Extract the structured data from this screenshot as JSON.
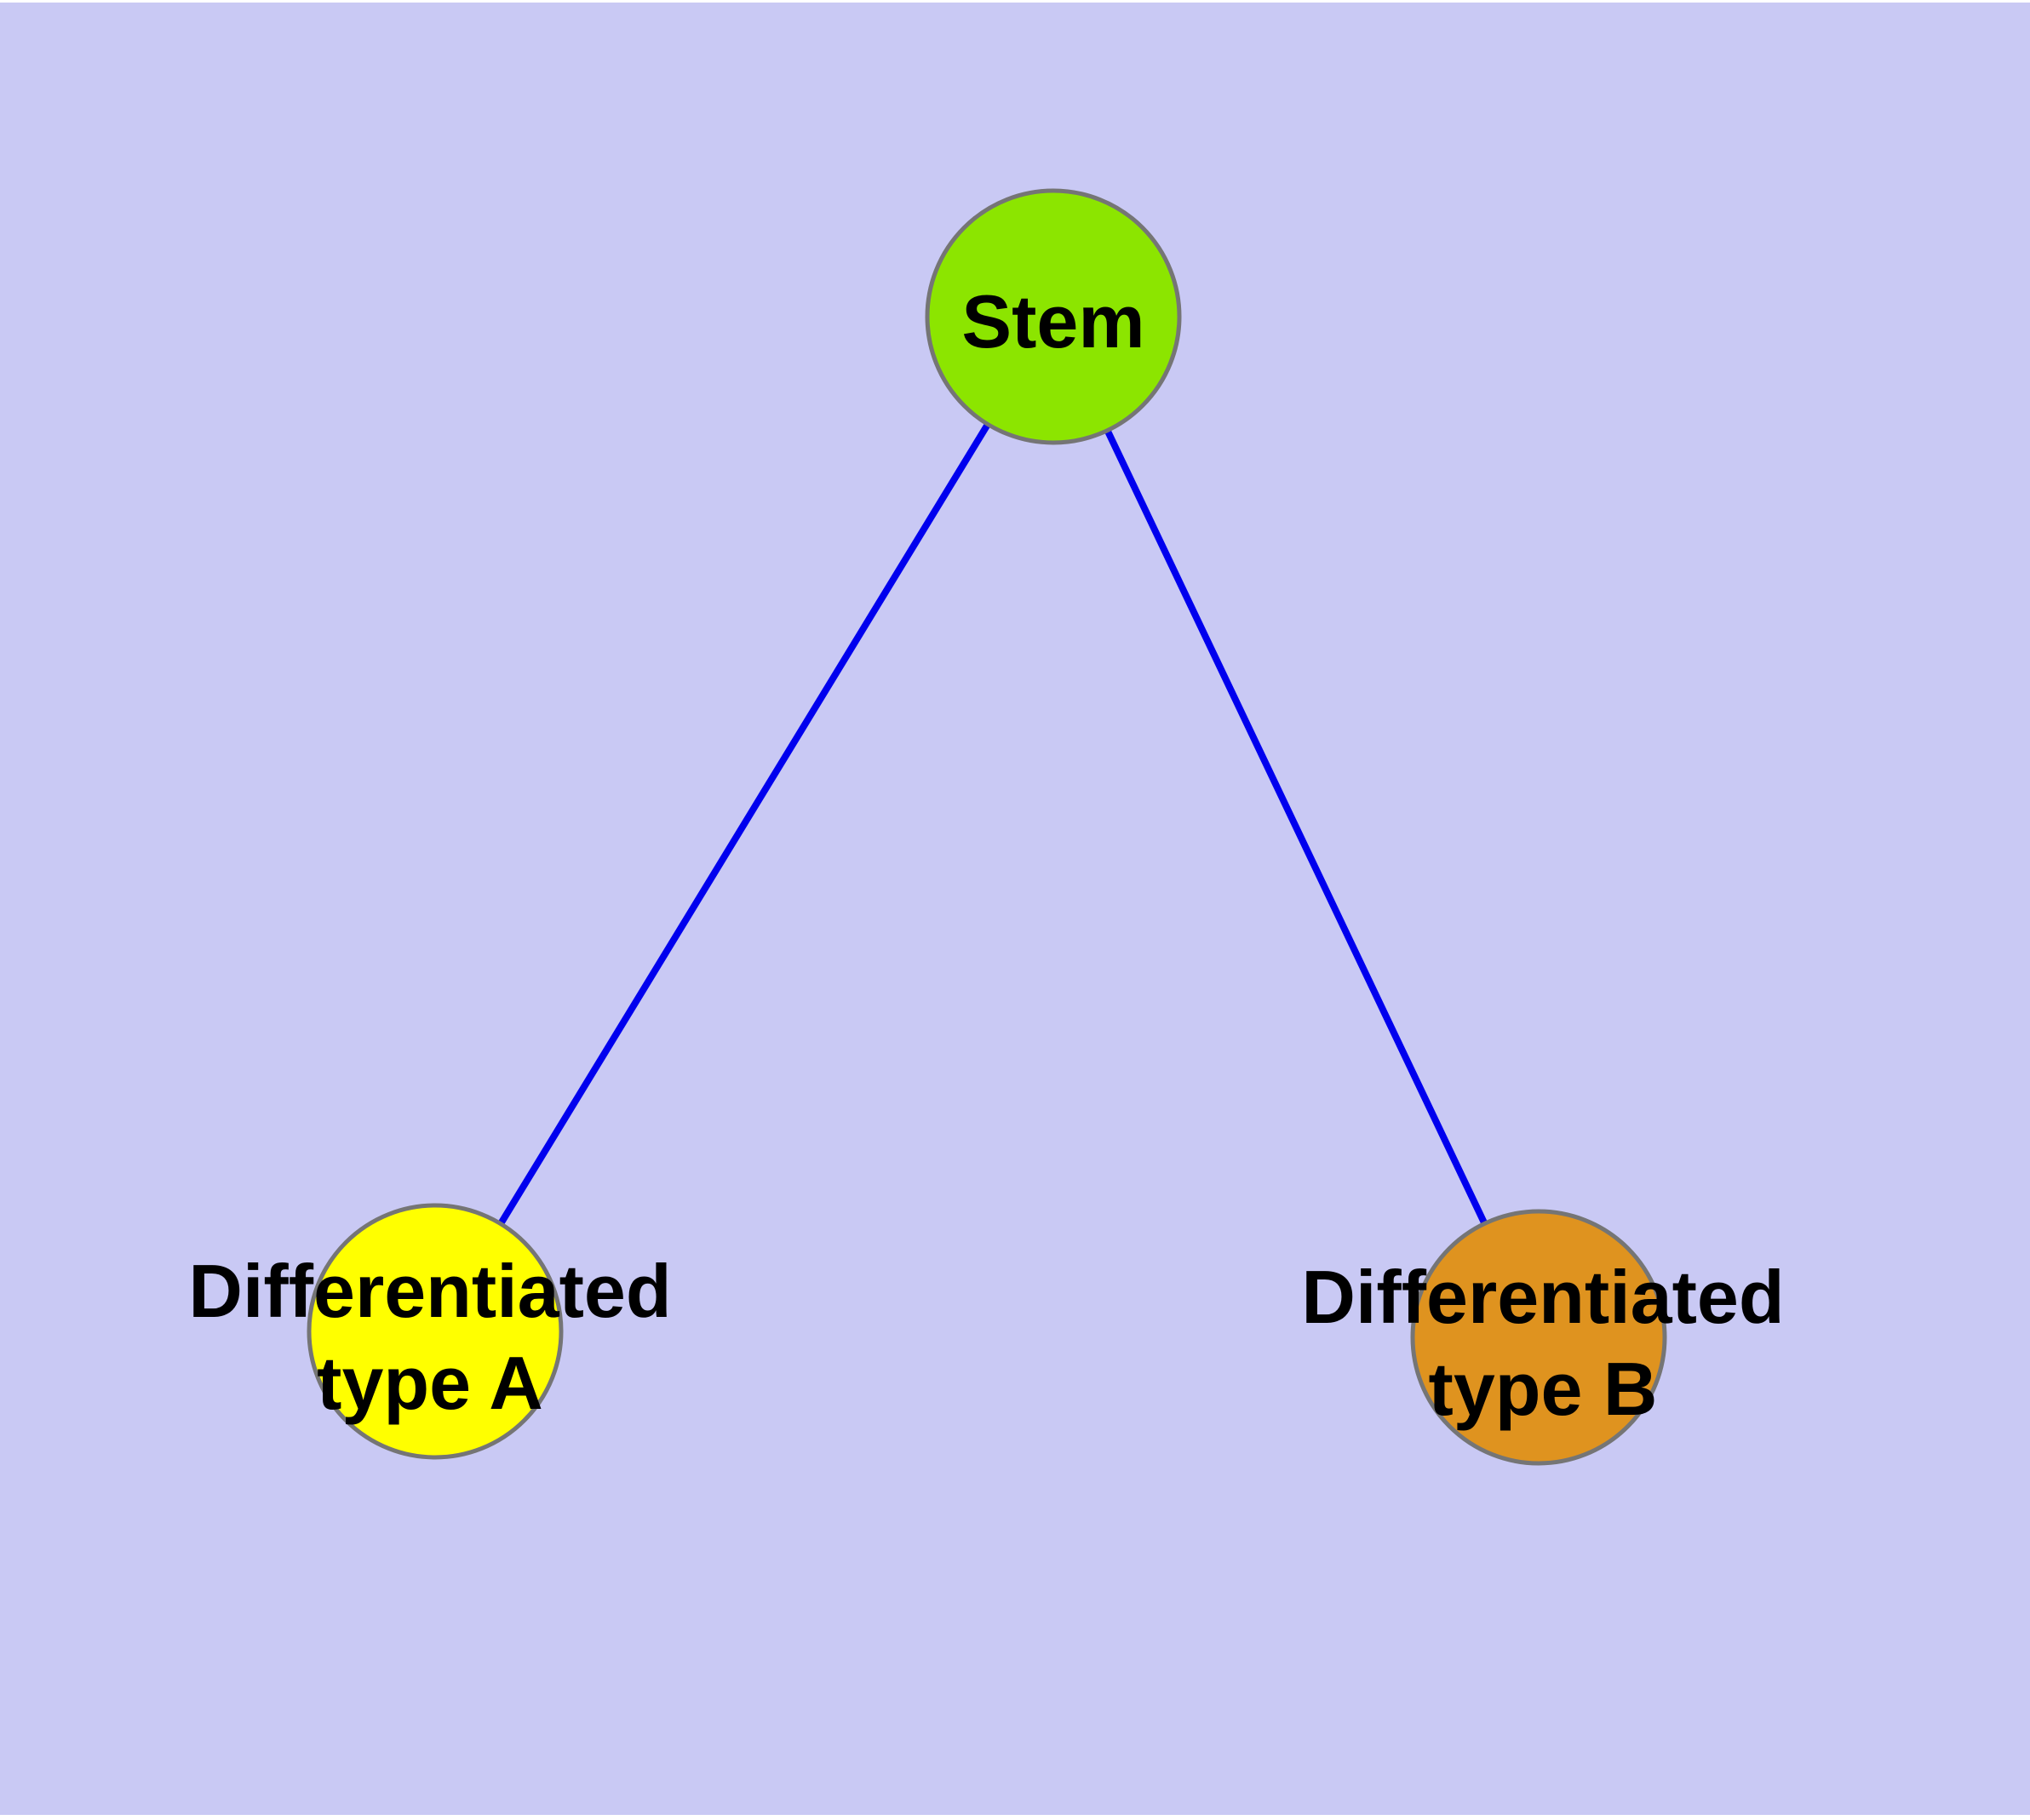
{
  "diagram": {
    "type": "graph",
    "canvas_background_color": "#c9c9f4",
    "page_background_color": "#ffffff",
    "edge_color": "#0000ee",
    "node_border_color": "#757575",
    "label_text_color": "#000000",
    "nodes": [
      {
        "id": "stem",
        "label": "Stem",
        "lines": [
          "Stem"
        ],
        "fill": "#8ce500"
      },
      {
        "id": "differentiated-type-a",
        "label": "Differentiated type A",
        "lines": [
          "Differentiated",
          "type A"
        ],
        "fill": "#ffff00"
      },
      {
        "id": "differentiated-type-b",
        "label": "Differentiated type B",
        "lines": [
          "Differentiated",
          "type B"
        ],
        "fill": "#df931f"
      }
    ],
    "edges": [
      {
        "from": "stem",
        "to": "differentiated-type-a"
      },
      {
        "from": "stem",
        "to": "differentiated-type-b"
      }
    ]
  }
}
